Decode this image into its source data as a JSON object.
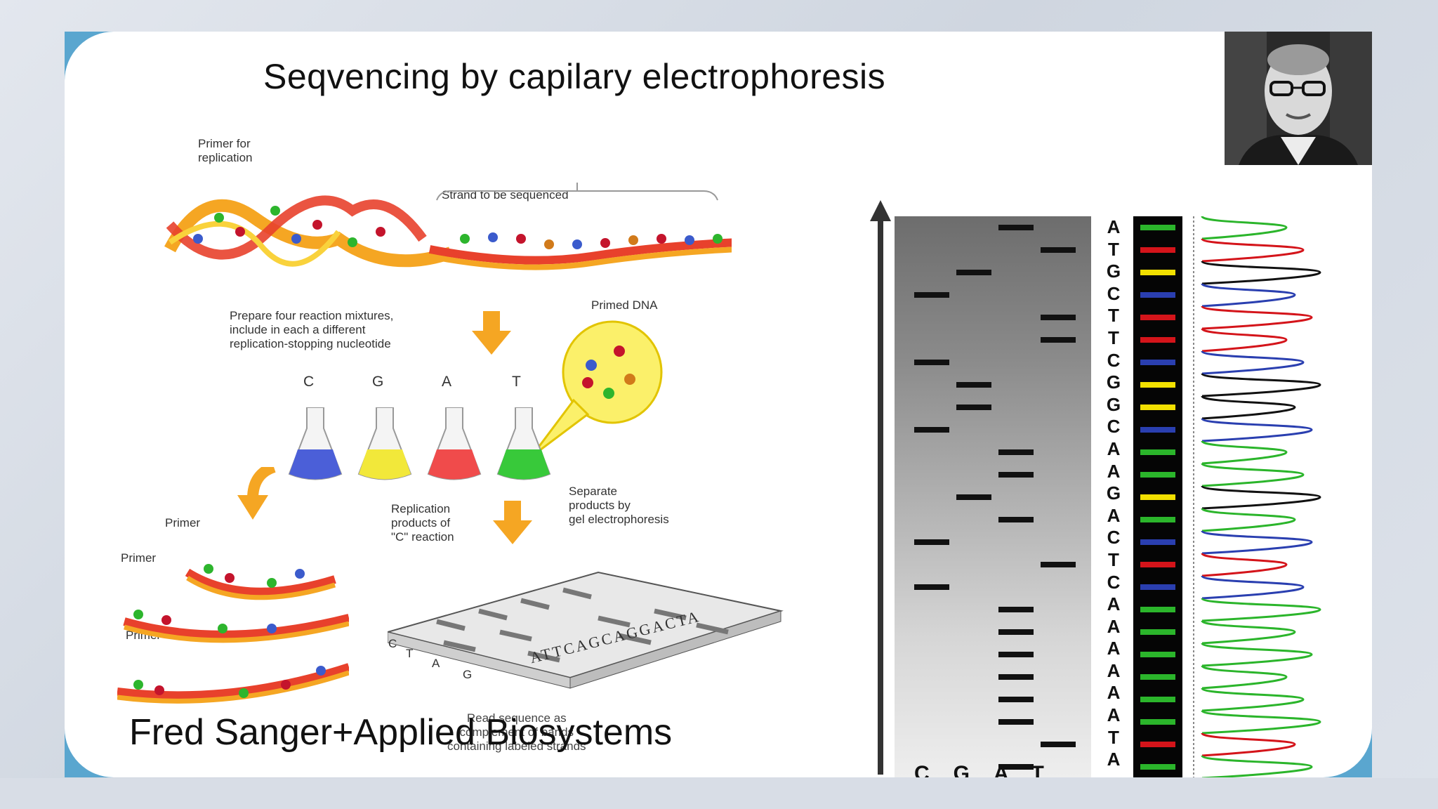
{
  "slide": {
    "title": "Seqvencing by capilary electrophoresis",
    "credit": "Fred Sanger+Applied Biosystems",
    "portrait_alt": "portrait photo"
  },
  "diagram": {
    "primer_for_replication": "Primer for\nreplication",
    "strand_label": "Strand to be sequenced",
    "prepare_text": "Prepare four reaction mixtures,\ninclude in each a different\nreplication-stopping nucleotide",
    "primed_dna": "Primed DNA",
    "flask_labels": [
      "C",
      "G",
      "A",
      "T"
    ],
    "flask_colors": [
      "#4b5fd8",
      "#f2e83a",
      "#f04b4b",
      "#38c93a"
    ],
    "primer_label": "Primer",
    "replication_products": "Replication\nproducts of\n\"C\" reaction",
    "separate_products": "Separate\nproducts by\ngel electrophoresis",
    "gel_lane_letters": [
      "C",
      "T",
      "A",
      "G"
    ],
    "gel_read": "ATTCAGCAGGACTA",
    "read_sequence_text": "Read sequence as\ncomplement of bands\ncontaining labeled strands"
  },
  "gel": {
    "lane_labels": [
      "C",
      "G",
      "A",
      "T"
    ],
    "bases": [
      "A",
      "T",
      "G",
      "C",
      "T",
      "T",
      "C",
      "G",
      "G",
      "C",
      "A",
      "A",
      "G",
      "A",
      "C",
      "T",
      "C",
      "A",
      "A",
      "A",
      "A",
      "A",
      "A",
      "T",
      "A"
    ],
    "base_colors": {
      "A": "#2bb52b",
      "T": "#d4141a",
      "G": "#f2e000",
      "C": "#2a3fb0"
    }
  }
}
